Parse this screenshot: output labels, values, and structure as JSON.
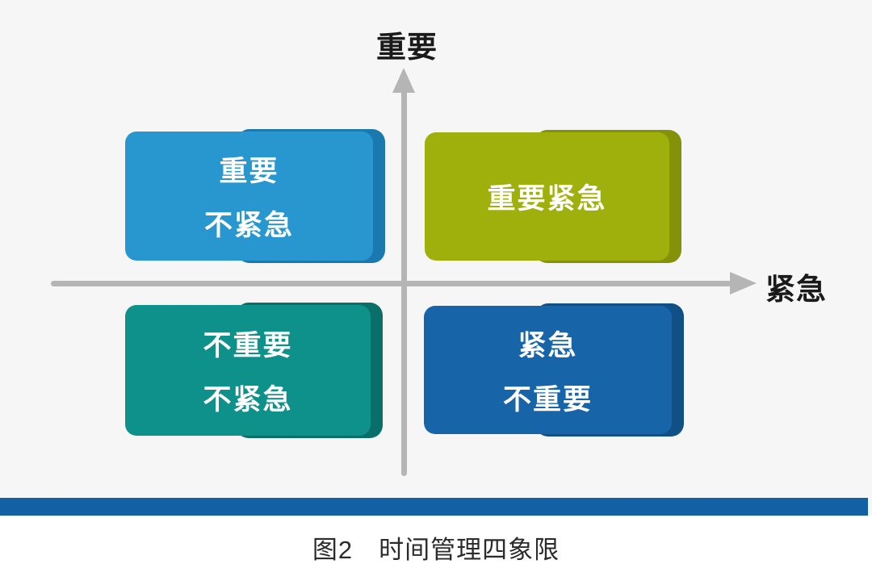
{
  "colors": {
    "background": "#f6f6f6",
    "label_text": "#1a1a1a",
    "quadrant_text": "#ffffff"
  },
  "axes": {
    "y_label": "重要",
    "x_label": "紧急",
    "line_color": "#b5b5b5"
  },
  "quadrants": [
    {
      "name": "important-not-urgent",
      "position": "top-left",
      "lines": [
        "重要",
        "不紧急"
      ],
      "fill": "#2897cf",
      "edge": "#1a7ab0"
    },
    {
      "name": "important-urgent",
      "position": "top-right",
      "lines": [
        "重要紧急"
      ],
      "fill": "#9fb00c",
      "edge": "#84920a"
    },
    {
      "name": "not-important-not-urgent",
      "position": "bottom-left",
      "lines": [
        "不重要",
        "不紧急"
      ],
      "fill": "#0e918a",
      "edge": "#0a6f69"
    },
    {
      "name": "urgent-not-important",
      "position": "bottom-right",
      "lines": [
        "紧急",
        "不重要"
      ],
      "fill": "#1764a9",
      "edge": "#114f87"
    }
  ],
  "footer": {
    "bar_color": "#1460a5",
    "caption": "图2　时间管理四象限",
    "caption_color": "#2b2b2b"
  }
}
